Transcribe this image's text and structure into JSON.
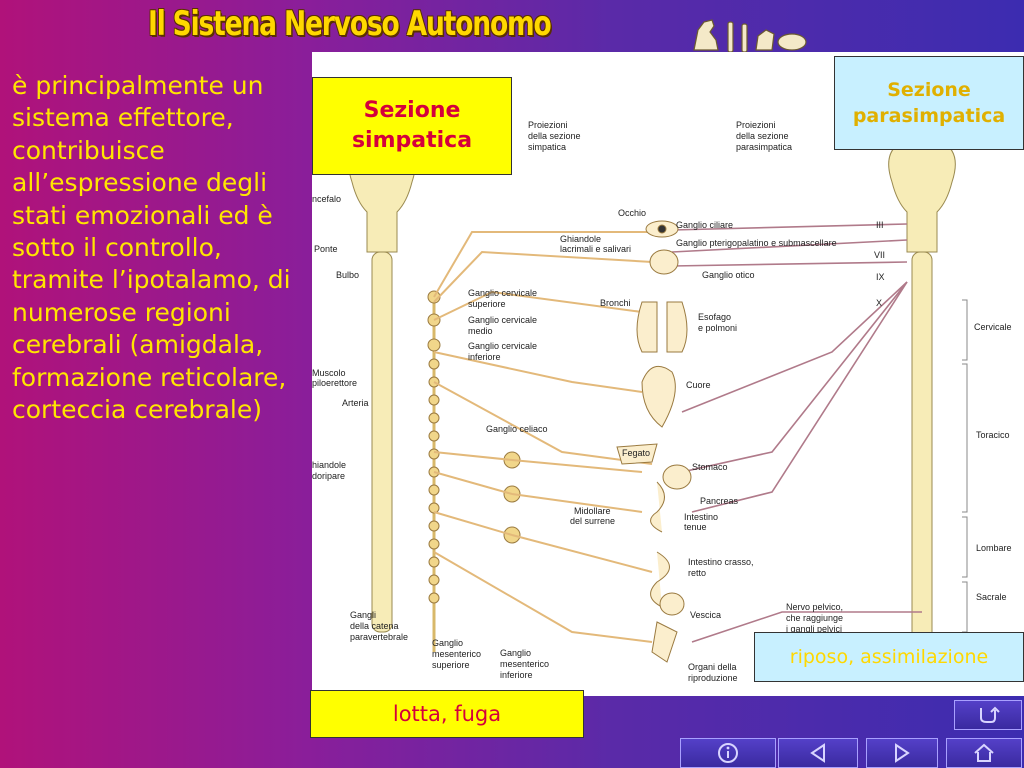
{
  "slide": {
    "title": "Il Sistena Nervoso Autonomo",
    "body": "è principalmente un sistema effettore, contribuisce all’espressione degli stati emozionali ed è sotto il controllo, tramite l’ipotalamo, di numerose regioni cerebrali (amigdala, formazione reticolare, corteccia cerebrale)"
  },
  "callouts": {
    "simpatica": "Sezione simpatica",
    "parasimpatica": "Sezione parasimpatica",
    "riposo": "riposo, assimilazione",
    "lotta": "lotta, fuga"
  },
  "diagram": {
    "proj_simp": [
      "Proiezioni",
      "della sezione",
      "simpatica"
    ],
    "proj_para": [
      "Proiezioni",
      "della sezione",
      "parasimpatica"
    ],
    "left_labels": {
      "encefalo": "ncefalo",
      "ponte": "Ponte",
      "bulbo": "Bulbo",
      "muscolo": [
        "Muscolo",
        "piloerettore"
      ],
      "arteria": "Arteria",
      "ghiandole": [
        "hiandole",
        "doripare"
      ]
    },
    "organs": {
      "occhio": "Occhio",
      "ghiandole_lacrimali": [
        "Ghiandole",
        "lacrimali e salivari"
      ],
      "bronchi": "Bronchi",
      "esofago": [
        "Esofago",
        "e polmoni"
      ],
      "cuore": "Cuore",
      "fegato": "Fegato",
      "stomaco": "Stomaco",
      "pancreas": "Pancreas",
      "midollare": [
        "Midollare",
        "del surrene"
      ],
      "intestino_tenue": [
        "Intestino",
        "tenue"
      ],
      "intestino_crasso": [
        "Intestino crasso,",
        "retto"
      ],
      "vescica": "Vescica",
      "organi_riproduzione": [
        "Organi della",
        "riproduzione"
      ]
    },
    "ganglia": {
      "ciliare": "Ganglio ciliare",
      "pterigo": "Ganglio pterigopalatino e submascellare",
      "otico": "Ganglio otico",
      "cerv_sup": [
        "Ganglio cervicale",
        "superiore"
      ],
      "cerv_medio": [
        "Ganglio cervicale",
        "medio"
      ],
      "cerv_inf": [
        "Ganglio cervicale",
        "inferiore"
      ],
      "celiaco": "Ganglio celiaco",
      "catena": [
        "Gangli",
        "della catena",
        "paravertebrale"
      ],
      "mes_sup": [
        "Ganglio",
        "mesenterico",
        "superiore"
      ],
      "mes_inf": [
        "Ganglio",
        "mesenterico",
        "inferiore"
      ]
    },
    "nerve_pelvico": [
      "Nervo pelvico,",
      "che raggiunge",
      "i gangli pelvici"
    ],
    "cranial": [
      "III",
      "VII",
      "IX",
      "X"
    ],
    "regions": [
      "Cervicale",
      "Toracico",
      "Lombare",
      "Sacrale"
    ]
  },
  "nav": {
    "icons": [
      "return-icon",
      "info-icon",
      "previous-icon",
      "next-icon",
      "home-icon"
    ]
  },
  "colors": {
    "title": "#ffd800",
    "body_text": "#ffe600",
    "simp_box": "#ffff00",
    "para_box": "#c8f0ff",
    "nerve_simp": "#e3b97a",
    "nerve_para": "#b07a8a"
  }
}
